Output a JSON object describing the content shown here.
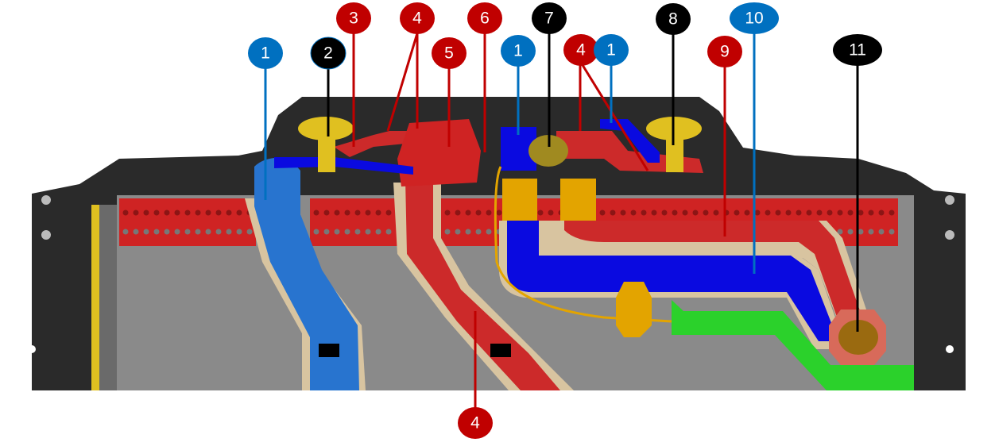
{
  "diagram": {
    "subject": "Battery pack busbar and harness layout",
    "colors": {
      "blue": "#0070c0",
      "red": "#c00000",
      "black": "#000000",
      "busbar_blue": "#2874cf",
      "busbar_red": "#cc2a2a",
      "deep_blue": "#0a0ae0",
      "tray_gray": "#8a8a8a",
      "frame_dark": "#2a2a2a",
      "module_red": "#cf2323",
      "insulation_tan": "#d8c4a0",
      "connector_yellow": "#e3a400",
      "harness_green": "#2bd12b"
    },
    "callouts": [
      {
        "label": "1",
        "color": "blue"
      },
      {
        "label": "2",
        "color": "black"
      },
      {
        "label": "3",
        "color": "red"
      },
      {
        "label": "4",
        "color": "red"
      },
      {
        "label": "5",
        "color": "red"
      },
      {
        "label": "6",
        "color": "red"
      },
      {
        "label": "1",
        "color": "blue"
      },
      {
        "label": "7",
        "color": "black"
      },
      {
        "label": "4",
        "color": "red"
      },
      {
        "label": "1",
        "color": "blue"
      },
      {
        "label": "8",
        "color": "black"
      },
      {
        "label": "9",
        "color": "red"
      },
      {
        "label": "10",
        "color": "blue"
      },
      {
        "label": "11",
        "color": "black"
      },
      {
        "label": "4",
        "color": "red"
      }
    ]
  }
}
